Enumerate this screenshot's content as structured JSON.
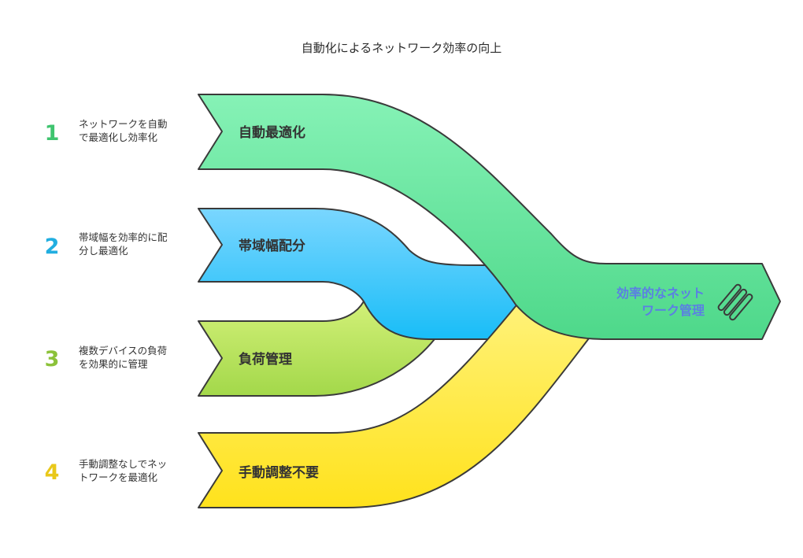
{
  "title": "自動化によるネットワーク効率の向上",
  "colors": {
    "green": "#5fdc92",
    "blue": "#3cc6f8",
    "lime": "#b4e05a",
    "yellow": "#ffec55",
    "num_green": "#3fc46f",
    "num_blue": "#21aee0",
    "num_lime": "#8cc23a",
    "num_yellow": "#e9c81a",
    "output_text": "#5b7fe3"
  },
  "items": [
    {
      "number": "1",
      "desc_line1": "ネットワークを自動",
      "desc_line2": "で最適化し効率化",
      "label": "自動最適化"
    },
    {
      "number": "2",
      "desc_line1": "帯域幅を効率的に配",
      "desc_line2": "分し最適化",
      "label": "帯域幅配分"
    },
    {
      "number": "3",
      "desc_line1": "複数デバイスの負荷",
      "desc_line2": "を効果的に管理",
      "label": "負荷管理"
    },
    {
      "number": "4",
      "desc_line1": "手動調整なしでネッ",
      "desc_line2": "トワークを最適化",
      "label": "手動調整不要"
    }
  ],
  "output": {
    "line1": "効率的なネット",
    "line2": "ワーク管理",
    "icon": "network-links-icon"
  }
}
